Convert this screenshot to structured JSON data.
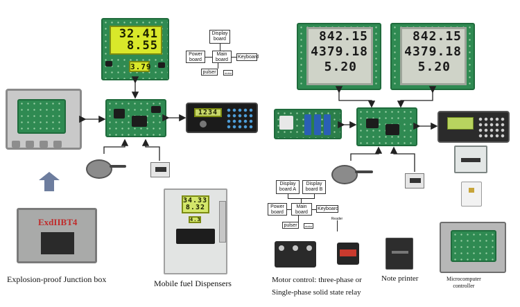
{
  "left_display": {
    "line1": "32.41",
    "line2": "8.55",
    "small": "3.79"
  },
  "left_block_diagram": {
    "display_board": "Display board",
    "power_board": "Power board",
    "main_board": "Main board",
    "keyboard": "Keyboard",
    "pulser": "pulser",
    "small_box": "motor"
  },
  "keypad_display": {
    "value": "1234"
  },
  "box_label": "ExdIIBT4",
  "dispenser_display": {
    "line1": "34.33",
    "line2": "8.32",
    "small": "4.3"
  },
  "right_display_a": {
    "line1": "842.15",
    "line2": "4379.18",
    "line3": "5.20"
  },
  "right_display_b": {
    "line1": "842.15",
    "line2": "4379.18",
    "line3": "5.20"
  },
  "right_block_diagram": {
    "display_a": "Display board A",
    "display_b": "Display board B",
    "power_board": "Power board",
    "main_board": "Main board",
    "keyboard": "Keyboard",
    "reader": "Reader",
    "pulser": "pulser",
    "small_box": "motor"
  },
  "captions": {
    "junction_box": "Explosion-proof Junction box",
    "dispensers": "Mobile fuel Dispensers",
    "motor_control": "Motor control: three-phase or\nSingle-phase solid state relay",
    "note_printer": "Note printer",
    "microcomputer": "Microcomputer\ncontroller"
  },
  "colors": {
    "pcb": "#2f8a52",
    "lcd_yellow": "#d9e82a",
    "lcd_gray": "#cfd3c8",
    "arrow": "#222222"
  }
}
